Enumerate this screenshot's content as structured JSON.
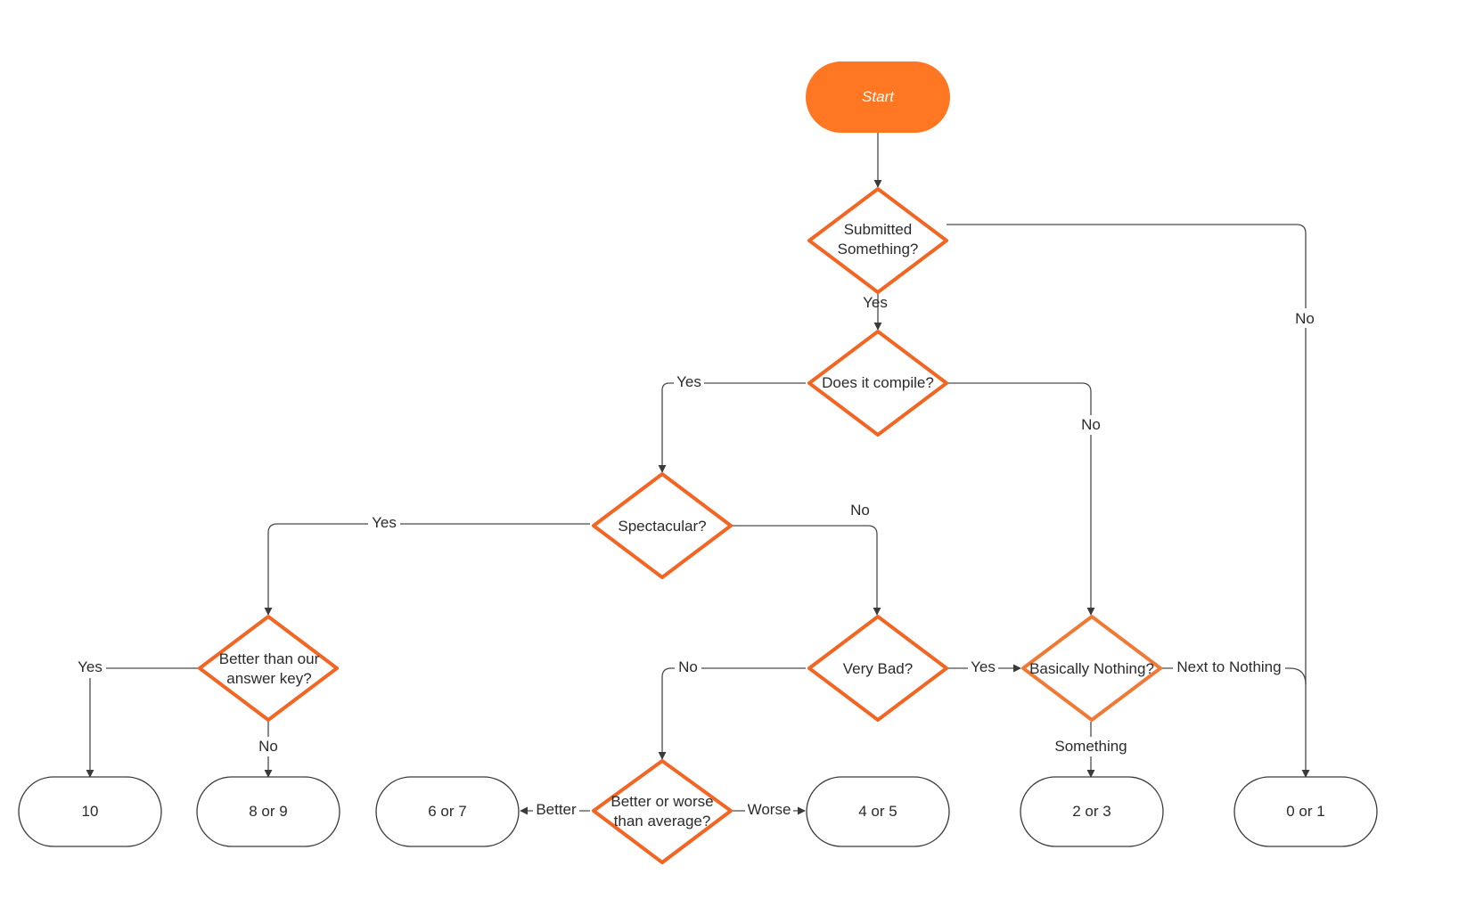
{
  "colors": {
    "accent": "#FF7722",
    "diamond_stroke": "#F26522",
    "line": "#4a4a4a",
    "text": "#2b2b2b",
    "start_text": "#ffffff"
  },
  "nodes": {
    "start": {
      "label": "Start"
    },
    "submitted": {
      "lines": [
        "Submitted",
        "Something?"
      ]
    },
    "compile": {
      "lines": [
        "Does it compile?"
      ]
    },
    "spectacular": {
      "lines": [
        "Spectacular?"
      ]
    },
    "very_bad": {
      "lines": [
        "Very Bad?"
      ]
    },
    "basically_nothing": {
      "lines": [
        "Basically Nothing?"
      ]
    },
    "better_key": {
      "lines": [
        "Better than our",
        "answer key?"
      ]
    },
    "better_worse": {
      "lines": [
        "Better or worse",
        "than average?"
      ]
    },
    "r10": {
      "label": "10"
    },
    "r89": {
      "label": "8 or 9"
    },
    "r67": {
      "label": "6 or 7"
    },
    "r45": {
      "label": "4 or 5"
    },
    "r23": {
      "label": "2 or 3"
    },
    "r01": {
      "label": "0 or 1"
    }
  },
  "edge_labels": {
    "submitted_yes": "Yes",
    "submitted_no": "No",
    "compile_yes": "Yes",
    "compile_no": "No",
    "spectacular_yes": "Yes",
    "spectacular_no": "No",
    "better_key_yes": "Yes",
    "better_key_no": "No",
    "very_bad_yes": "Yes",
    "very_bad_no": "No",
    "better": "Better",
    "worse": "Worse",
    "something": "Something",
    "next_to_nothing": "Next to Nothing"
  }
}
